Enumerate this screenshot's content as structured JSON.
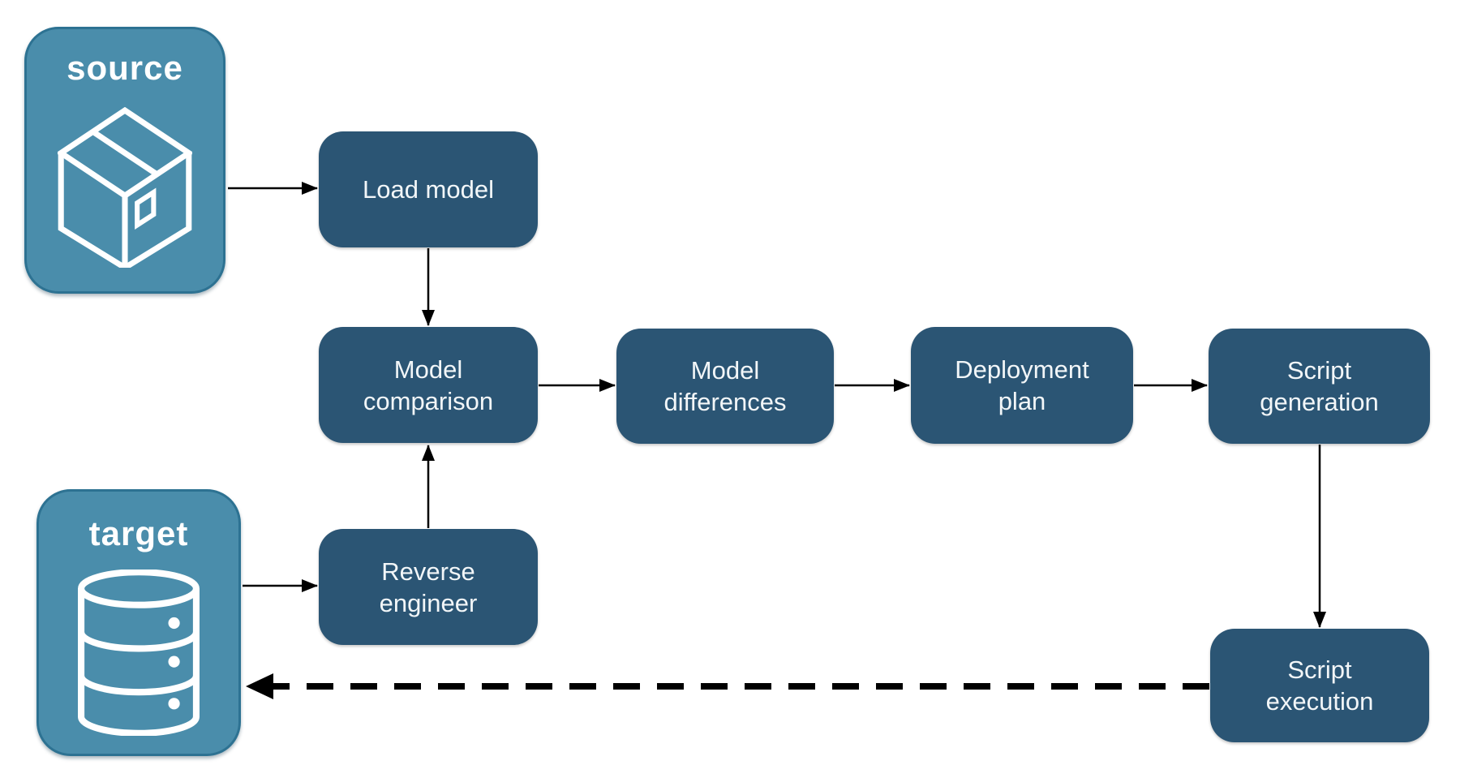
{
  "diagram": {
    "containers": {
      "source": {
        "label": "source",
        "icon": "package-icon"
      },
      "target": {
        "label": "target",
        "icon": "database-icon"
      }
    },
    "nodes": {
      "load_model": {
        "label": "Load model"
      },
      "model_comparison": {
        "label": "Model comparison"
      },
      "model_differences": {
        "label": "Model differences"
      },
      "deployment_plan": {
        "label": "Deployment plan"
      },
      "script_generation": {
        "label": "Script generation"
      },
      "reverse_engineer": {
        "label": "Reverse engineer"
      },
      "script_execution": {
        "label": "Script execution"
      }
    },
    "edges": [
      {
        "from": "source",
        "to": "load_model",
        "style": "solid"
      },
      {
        "from": "load_model",
        "to": "model_comparison",
        "style": "solid"
      },
      {
        "from": "model_comparison",
        "to": "model_differences",
        "style": "solid"
      },
      {
        "from": "model_differences",
        "to": "deployment_plan",
        "style": "solid"
      },
      {
        "from": "deployment_plan",
        "to": "script_generation",
        "style": "solid"
      },
      {
        "from": "script_generation",
        "to": "script_execution",
        "style": "solid"
      },
      {
        "from": "target",
        "to": "reverse_engineer",
        "style": "solid"
      },
      {
        "from": "reverse_engineer",
        "to": "model_comparison",
        "style": "solid"
      },
      {
        "from": "script_execution",
        "to": "target",
        "style": "dashed"
      }
    ],
    "colors": {
      "background": "#FFFFFF",
      "container_fill": "#4A8DAB",
      "container_border": "#2D7292",
      "container_label": "#FFFFFF",
      "node_fill": "#2B5574",
      "node_text": "#F2F6F8",
      "arrow": "#000000"
    }
  }
}
